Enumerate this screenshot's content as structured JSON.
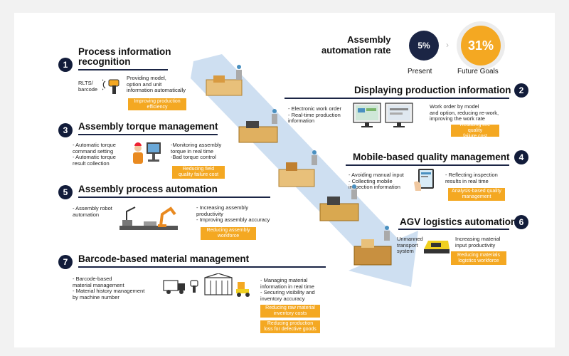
{
  "rate": {
    "title": "Assembly\nautomation rate",
    "present_value": "5%",
    "present_label": "Present",
    "goal_value": "31%",
    "goal_label": "Future Goals"
  },
  "items": [
    {
      "number": "1",
      "title": "Process information\nrecognition",
      "left_text": "RLTS/\nbarcode",
      "right_text": "Providing model,\noption and unit\ninformation automatically",
      "tags": [
        "Improving production\nefficiency"
      ]
    },
    {
      "number": "2",
      "title": "Displaying production information",
      "left_text": "- Electronic work order\n- Real-time production\n  information",
      "right_text": "Work order by model\nand option, reducing re-work,\nimproving the work rate",
      "tags": [
        "Reducing line quality\nfailure cost"
      ]
    },
    {
      "number": "3",
      "title": "Assembly torque management",
      "left_text": "- Automatic torque\n  command setting\n- Automatic torque\n  result collection",
      "right_text": "-Monitoring assembly\n torque in real time\n-Bad torque control",
      "tags": [
        "Reducing field\nquality failure cost"
      ]
    },
    {
      "number": "4",
      "title": "Mobile-based quality management",
      "left_text": "- Avoiding manual input\n- Collecting mobile\n  inspection information",
      "right_text": "- Reflecting inspection\n  results in real time",
      "tags": [
        "Analysis-based quality\nmanagement"
      ]
    },
    {
      "number": "5",
      "title": "Assembly process automation",
      "left_text": "- Assembly robot\n  automation",
      "right_text": "- Increasing assembly\n  productivity\n- Improving assembly accuracy",
      "tags": [
        "Reducing assembly\nworkforce"
      ]
    },
    {
      "number": "6",
      "title": "AGV logistics automation",
      "left_text": "Unmanned\ntransport\nsystem",
      "right_text": "Increasing material\ninput productivity",
      "tags": [
        "Reducing materials\nlogistics workforce"
      ]
    },
    {
      "number": "7",
      "title": "Barcode-based material management",
      "left_text": "- Barcode-based\n  material management\n- Material history management\n  by machine number",
      "right_text": "- Managing material\n  information in real time\n- Securing visibility and\n  inventory accuracy",
      "tags": [
        "Reducing raw material\ninventory costs",
        "Reducing production\nloss for defective goods"
      ]
    }
  ],
  "colors": {
    "navy": "#121c3a",
    "orange": "#f4a822",
    "arrow": "#c9dbef",
    "goal_circle": "#f4a822",
    "present_circle": "#1b2545"
  }
}
